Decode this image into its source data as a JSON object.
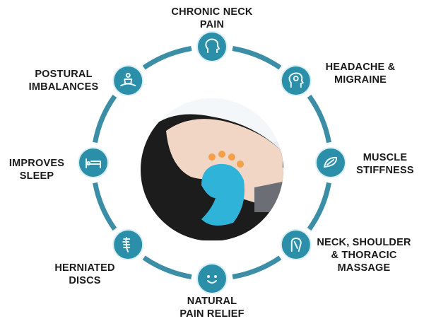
{
  "colors": {
    "ring": "#3b8ea5",
    "node": "#2b8fa9",
    "node_border": "#d9eef3",
    "icon": "#eaf6f8",
    "pillow": "#2fb3d8",
    "skin": "#f1d6c6",
    "hair": "#1c1c1c"
  },
  "center_image": "woman-lying-on-blue-neck-pillow",
  "benefits": [
    {
      "id": "chronic-neck-pain",
      "lines": [
        "CHRONIC NECK",
        "PAIN"
      ],
      "icon": "head-icon"
    },
    {
      "id": "headache-migraine",
      "lines": [
        "HEADACHE &",
        "MIGRAINE"
      ],
      "icon": "brain-icon"
    },
    {
      "id": "muscle-stiffness",
      "lines": [
        "MUSCLE",
        "STIFFNESS"
      ],
      "icon": "muscle-icon"
    },
    {
      "id": "neck-shoulder-thoracic-massage",
      "lines": [
        "NECK, SHOULDER",
        "& THORACIC",
        "MASSAGE"
      ],
      "icon": "shoulder-icon"
    },
    {
      "id": "natural-pain-relief",
      "lines": [
        "NATURAL",
        "PAIN RELIEF"
      ],
      "icon": "smiley-icon"
    },
    {
      "id": "herniated-discs",
      "lines": [
        "HERNIATED",
        "DISCS"
      ],
      "icon": "spine-icon"
    },
    {
      "id": "improves-sleep",
      "lines": [
        "IMPROVES",
        "SLEEP"
      ],
      "icon": "bed-icon"
    },
    {
      "id": "postural-imbalances",
      "lines": [
        "POSTURAL",
        "IMBALANCES"
      ],
      "icon": "meditation-icon"
    }
  ]
}
